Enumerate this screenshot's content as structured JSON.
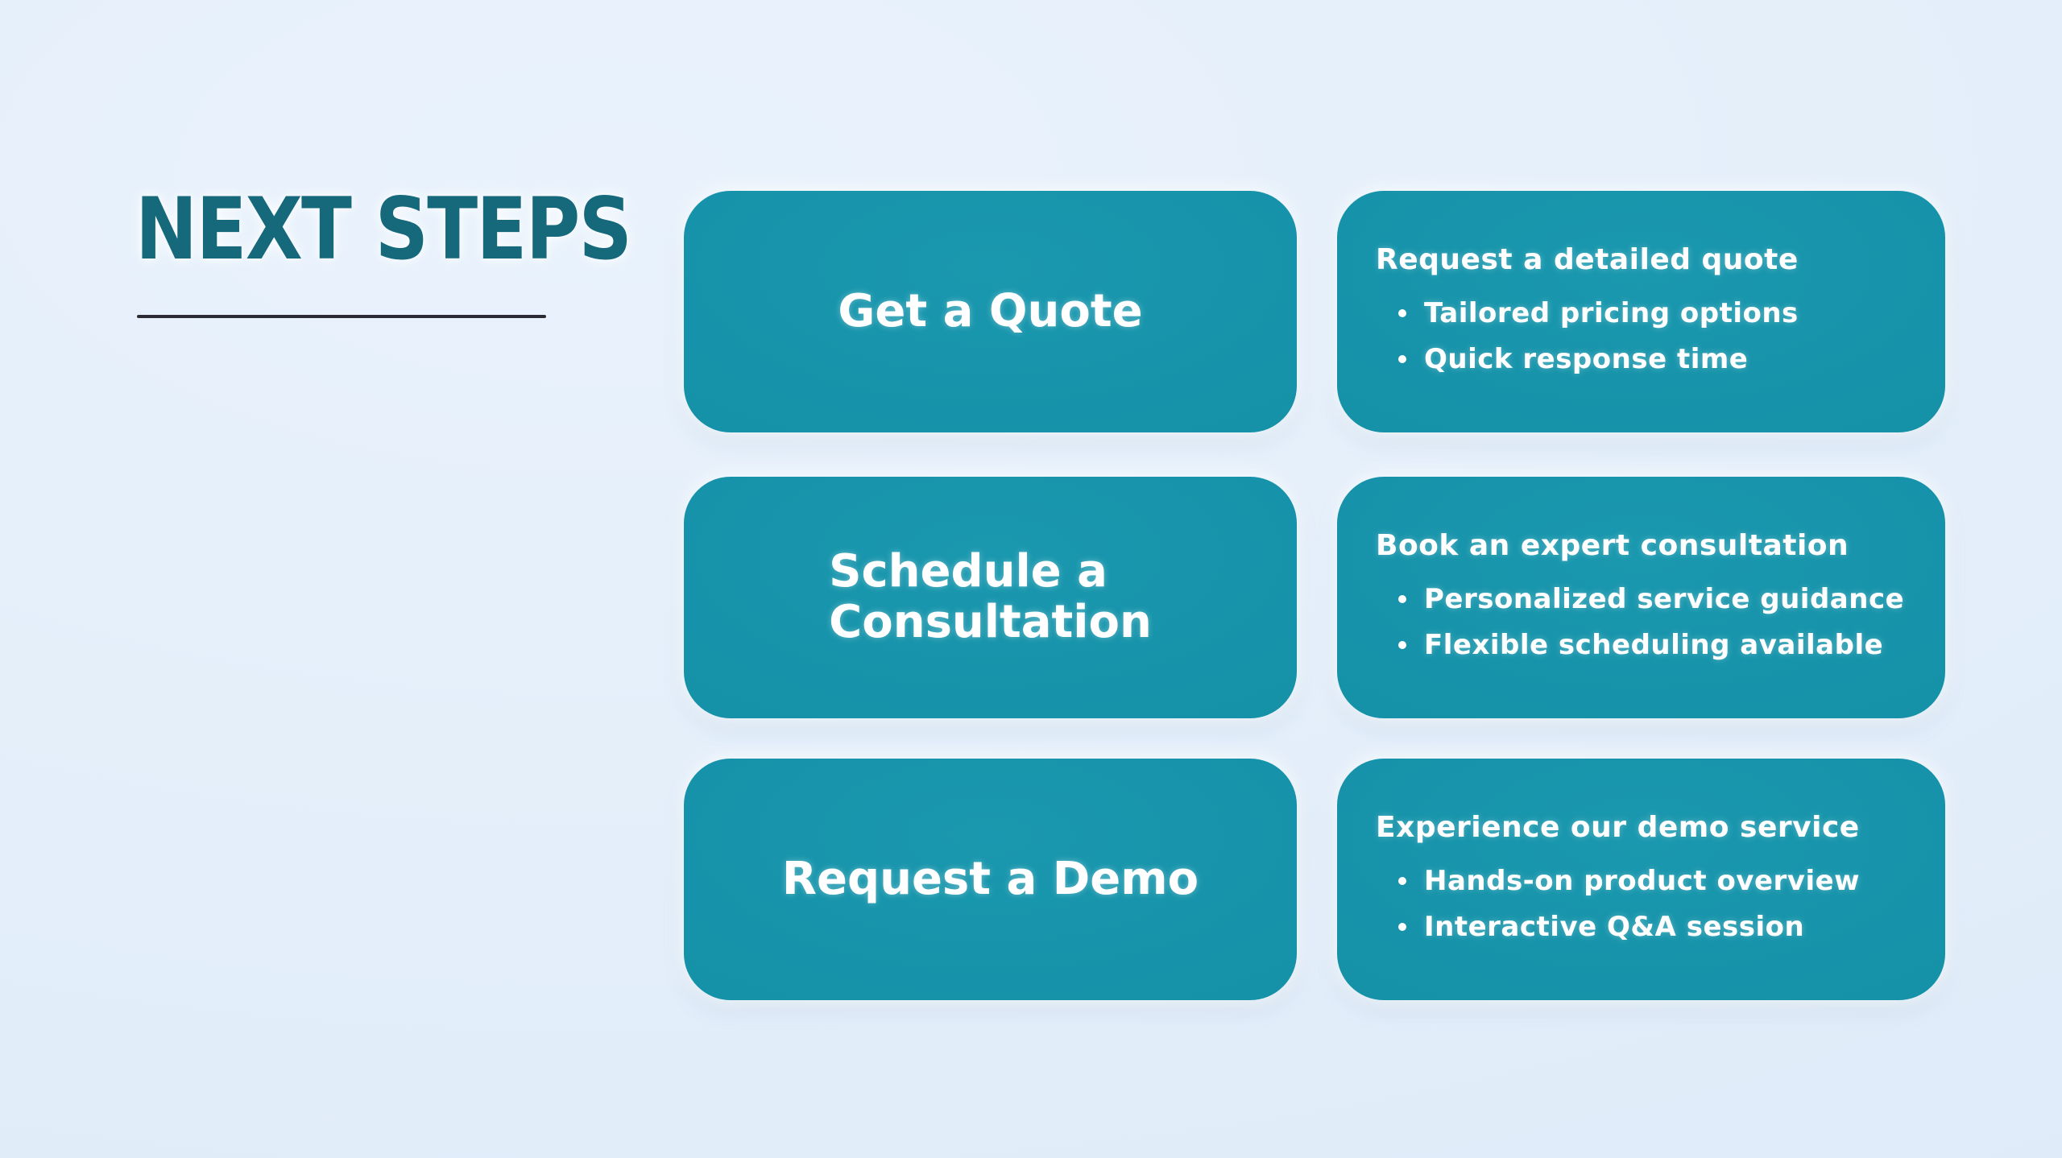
{
  "slide": {
    "title": "NEXT STEPS",
    "colors": {
      "background": "#e3eefa",
      "card_teal": "#1591a8",
      "title_teal": "#16687b",
      "underline": "#2b2b33",
      "text_on_teal": "#ffffff"
    },
    "rows": [
      {
        "button_label": "Get a Quote",
        "heading": "Request a detailed quote",
        "bullets": [
          "Tailored pricing options",
          "Quick response time"
        ]
      },
      {
        "button_label": "Schedule a\nConsultation",
        "heading": "Book an expert consultation",
        "bullets": [
          "Personalized service guidance",
          "Flexible scheduling available"
        ]
      },
      {
        "button_label": "Request a Demo",
        "heading": "Experience our demo service",
        "bullets": [
          "Hands-on product overview",
          "Interactive Q&A session"
        ]
      }
    ]
  }
}
